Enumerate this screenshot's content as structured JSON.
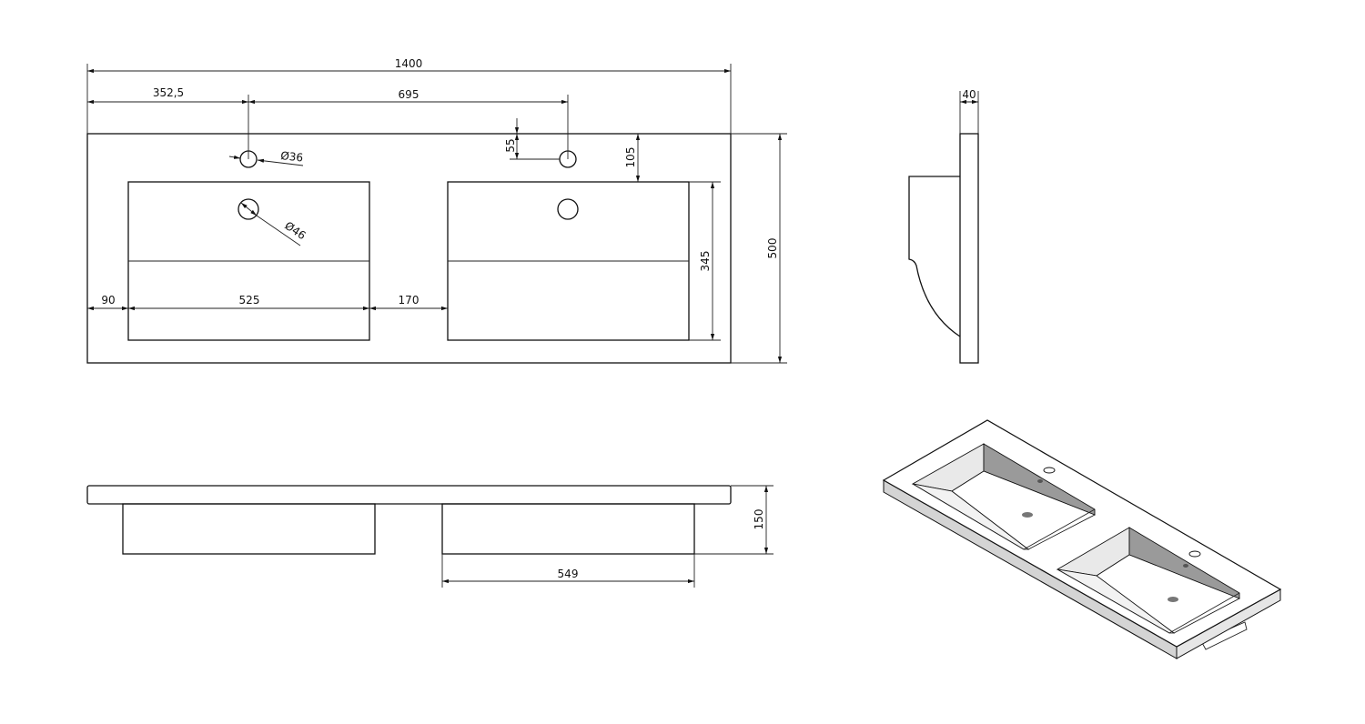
{
  "dimensions": {
    "overall_width": "1400",
    "hole_offset_left": "352,5",
    "hole_spacing": "695",
    "tap_hole_diameter": "Ø36",
    "waste_hole_diameter": "Ø46",
    "tap_hole_from_edge": "55",
    "basin_from_back_edge": "105",
    "edge_to_basin": "90",
    "basin_width": "525",
    "between_basins": "170",
    "basin_depth": "345",
    "overall_depth": "500",
    "slab_thickness": "40",
    "total_height": "150",
    "basin_outer_width": "549"
  }
}
